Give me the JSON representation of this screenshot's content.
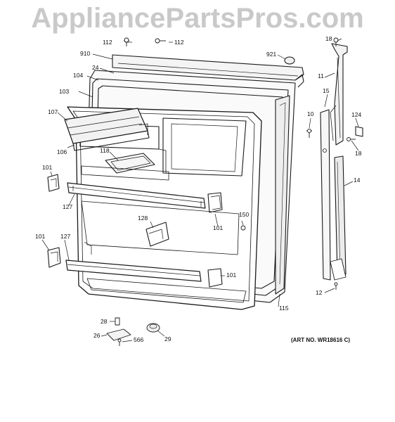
{
  "watermark": "AppliancePartsPros.com",
  "art_number": "(ART NO. WR18616 C)",
  "callouts": {
    "c112a": "112",
    "c112b": "112",
    "c18a": "18",
    "c910": "910",
    "c921": "921",
    "c24": "24",
    "c104": "104",
    "c11": "11",
    "c103": "103",
    "c15": "15",
    "c107": "107",
    "c10": "10",
    "c124": "124",
    "c18b": "18",
    "c106": "106",
    "c118": "118",
    "c101a": "101",
    "c14": "14",
    "c127a": "127",
    "c150": "150",
    "c128": "128",
    "c101b": "101",
    "c101c": "101",
    "c127b": "127",
    "c101d": "101",
    "c12": "12",
    "c115": "115",
    "c28": "28",
    "c26": "26",
    "c566": "566",
    "c29": "29"
  }
}
